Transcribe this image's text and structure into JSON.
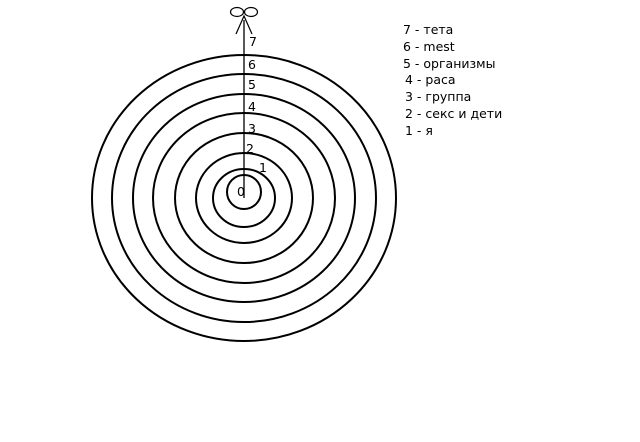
{
  "diagram": {
    "ring_labels": [
      "0",
      "1",
      "2",
      "3",
      "4",
      "5",
      "6",
      "7"
    ],
    "legend": [
      "7 - тета",
      "6 - mest",
      "5 - организмы",
      "4 - раса",
      "3 - группа",
      "2 - секс и дети",
      "1 - я"
    ],
    "colors": {
      "background": "#ffffff",
      "stroke": "#000000",
      "text": "#000000"
    },
    "icons": [
      "infinity-icon"
    ]
  }
}
